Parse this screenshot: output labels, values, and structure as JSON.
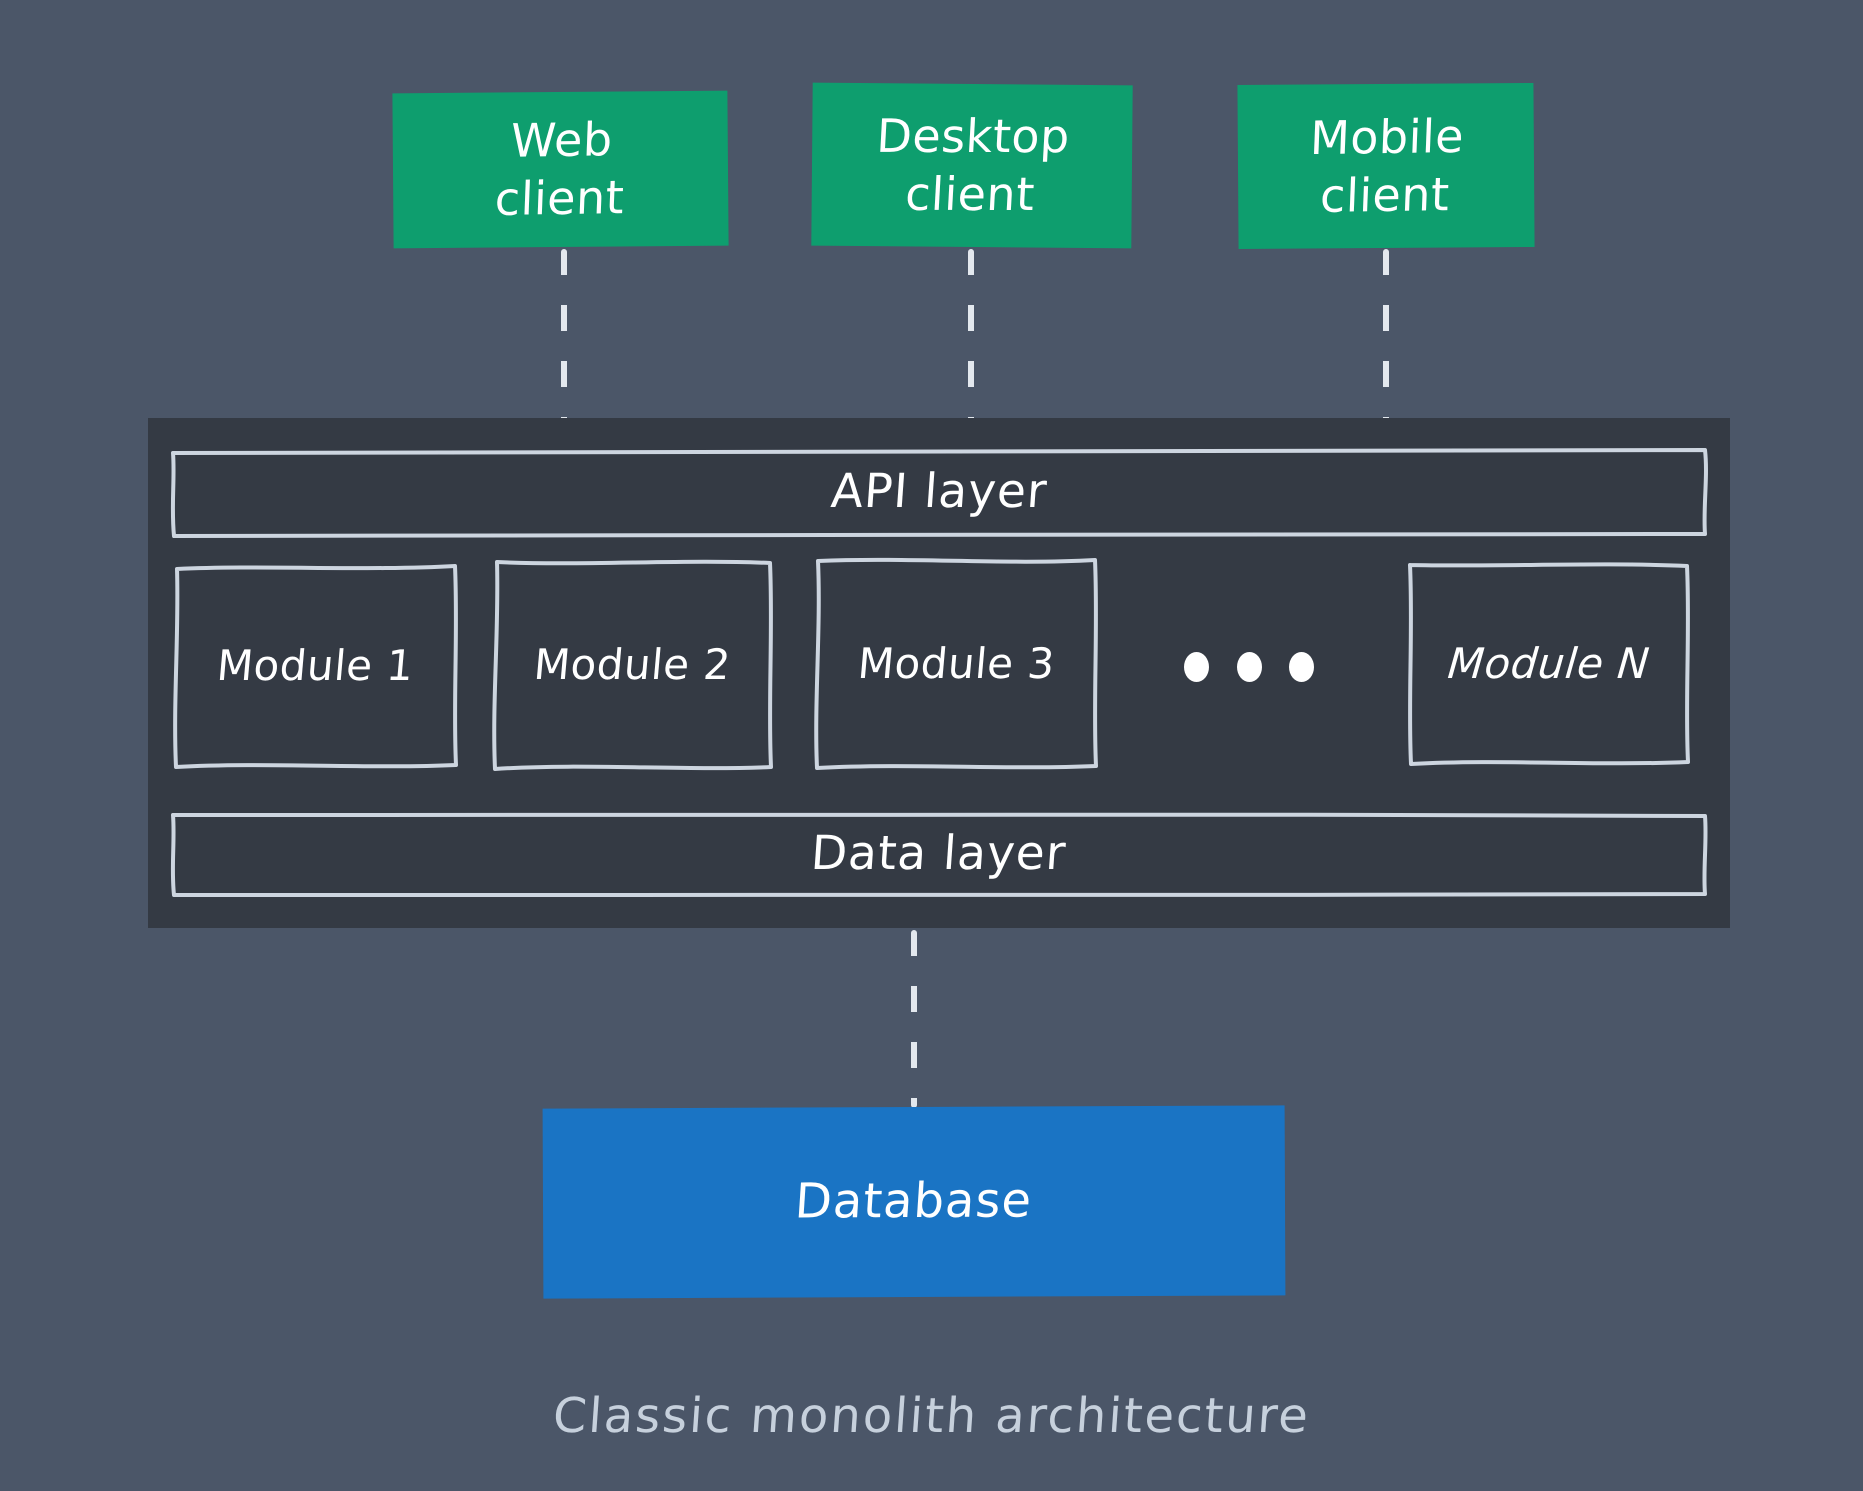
{
  "diagram": {
    "caption": "Classic monolith architecture",
    "colors": {
      "background": "#4b5668",
      "client_box": "#0e9e6e",
      "monolith_container": "#343a44",
      "sketch_stroke": "#cdd5e0",
      "database_box": "#1a74c4",
      "text_white": "#ffffff",
      "caption_text": "#c6d0dc",
      "connector": "#e3e8ee"
    },
    "clients": [
      {
        "id": "web",
        "label": "Web\nclient"
      },
      {
        "id": "desktop",
        "label": "Desktop\nclient"
      },
      {
        "id": "mobile",
        "label": "Mobile\nclient"
      }
    ],
    "monolith": {
      "api_layer": "API layer",
      "data_layer": "Data layer",
      "modules": [
        {
          "id": "module-1",
          "label": "Module 1",
          "italic": false
        },
        {
          "id": "module-2",
          "label": "Module 2",
          "italic": false
        },
        {
          "id": "module-3",
          "label": "Module 3",
          "italic": false
        },
        {
          "id": "module-n",
          "label": "Module N",
          "italic": true
        }
      ],
      "ellipsis": "•••",
      "ellipsis_dot_count": 3
    },
    "database": {
      "label": "Database"
    },
    "connectors": [
      {
        "id": "web-to-api",
        "from": "Web client",
        "to": "API layer",
        "style": "dashed"
      },
      {
        "id": "desktop-to-api",
        "from": "Desktop client",
        "to": "API layer",
        "style": "dashed"
      },
      {
        "id": "mobile-to-api",
        "from": "Mobile client",
        "to": "API layer",
        "style": "dashed"
      },
      {
        "id": "data-to-database",
        "from": "Data layer",
        "to": "Database",
        "style": "dashed"
      }
    ]
  }
}
